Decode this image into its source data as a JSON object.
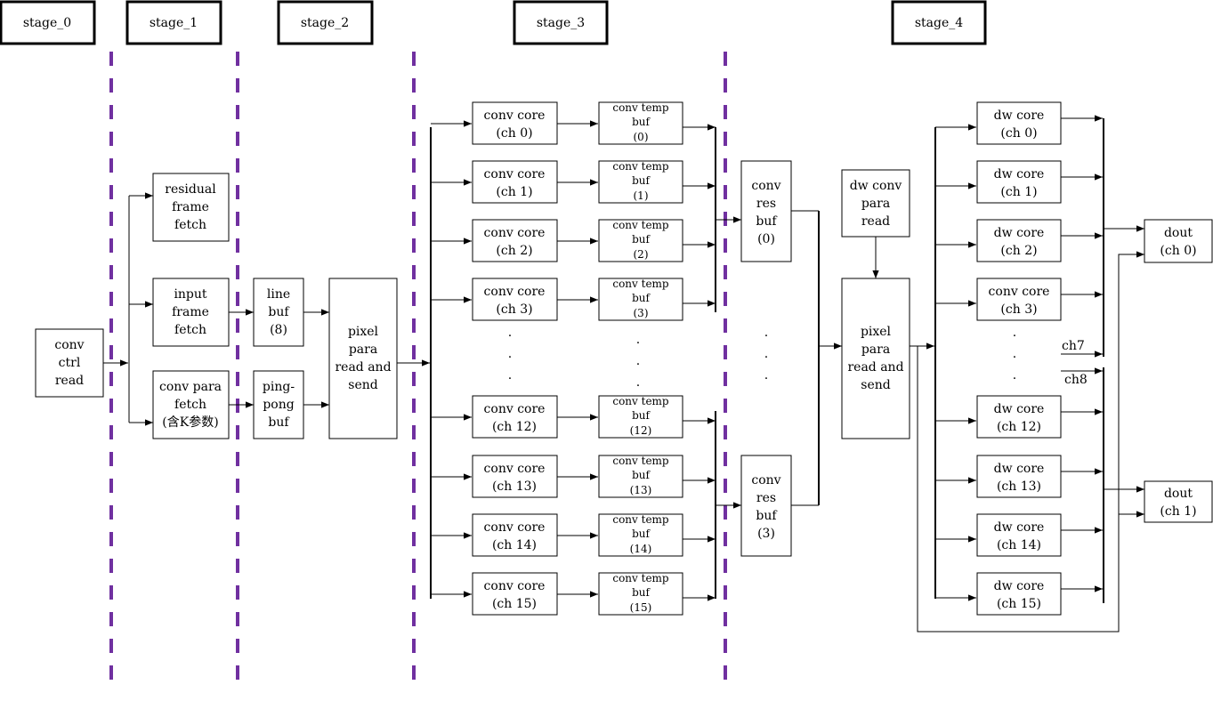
{
  "stages": [
    "stage_0",
    "stage_1",
    "stage_2",
    "stage_3",
    "stage_4"
  ],
  "stage0": {
    "ctrl_read": [
      "conv",
      "ctrl",
      "read"
    ]
  },
  "stage1": {
    "residual": [
      "residual",
      "frame",
      "fetch"
    ],
    "input": [
      "input",
      "frame",
      "fetch"
    ],
    "para": [
      "conv para",
      "fetch",
      "(含K参数)"
    ]
  },
  "stage2": {
    "line_buf": [
      "line",
      "buf",
      "(8)"
    ],
    "pingpong": [
      "ping-",
      "pong",
      "buf"
    ],
    "pixel": [
      "pixel",
      "para",
      "read and",
      "send"
    ]
  },
  "stage3": {
    "cores": [
      [
        "conv core",
        "(ch 0)"
      ],
      [
        "conv core",
        "(ch 1)"
      ],
      [
        "conv core",
        "(ch 2)"
      ],
      [
        "conv core",
        "(ch 3)"
      ],
      [
        "conv core",
        "(ch 12)"
      ],
      [
        "conv core",
        "(ch 13)"
      ],
      [
        "conv core",
        "(ch 14)"
      ],
      [
        "conv core",
        "(ch 15)"
      ]
    ],
    "bufs": [
      [
        "conv temp",
        "buf",
        "(0)"
      ],
      [
        "conv temp",
        "buf",
        "(1)"
      ],
      [
        "conv temp",
        "buf",
        "(2)"
      ],
      [
        "conv temp",
        "buf",
        "(3)"
      ],
      [
        "conv temp",
        "buf",
        "(12)"
      ],
      [
        "conv temp",
        "buf",
        "(13)"
      ],
      [
        "conv temp",
        "buf",
        "(14)"
      ],
      [
        "conv temp",
        "buf",
        "(15)"
      ]
    ],
    "res_bufs": [
      [
        "conv",
        "res",
        "buf",
        "(0)"
      ],
      [
        "conv",
        "res",
        "buf",
        "(3)"
      ]
    ],
    "ellipsis": "."
  },
  "stage4": {
    "dw_para": [
      "dw conv",
      "para",
      "read"
    ],
    "pixel": [
      "pixel",
      "para",
      "read and",
      "send"
    ],
    "cores": [
      [
        "dw core",
        "(ch 0)"
      ],
      [
        "dw core",
        "(ch 1)"
      ],
      [
        "dw core",
        "(ch 2)"
      ],
      [
        "conv core",
        "(ch 3)"
      ],
      [
        "dw core",
        "(ch 12)"
      ],
      [
        "dw core",
        "(ch 13)"
      ],
      [
        "dw core",
        "(ch 14)"
      ],
      [
        "dw core",
        "(ch 15)"
      ]
    ],
    "ch7": "ch7",
    "ch8": "ch8",
    "dout0": [
      "dout",
      "(ch 0)"
    ],
    "dout1": [
      "dout",
      "(ch 1)"
    ]
  },
  "colors": {
    "divider": "#7030a0",
    "line": "#000000"
  }
}
